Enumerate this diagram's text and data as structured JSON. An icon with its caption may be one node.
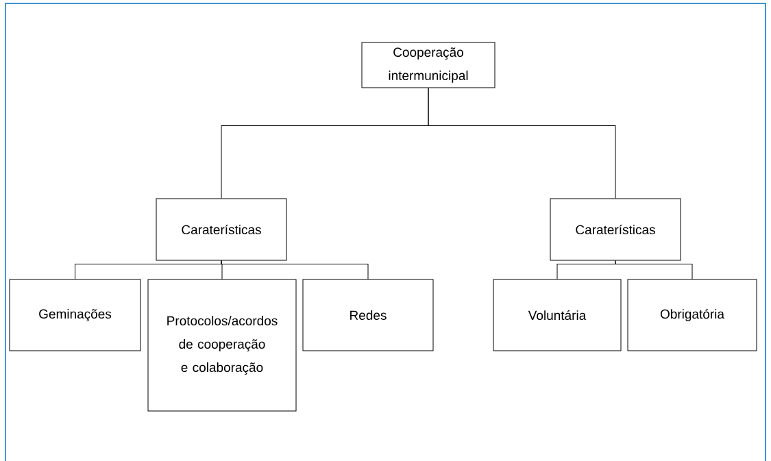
{
  "diagram": {
    "nodes": [
      {
        "text": [
          "Cooperação intermunicipal"
        ]
      },
      {
        "text": [
          "Caraterísticas"
        ]
      },
      {
        "text": [
          "Caraterísticas"
        ]
      },
      {
        "text": [
          "Geminações"
        ]
      },
      {
        "text": [
          "Protocolos/acordos de cooperação e colaboração"
        ]
      },
      {
        "text": [
          "Redes"
        ]
      },
      {
        "text": [
          "Voluntária"
        ]
      },
      {
        "text": [
          "Obrigatória"
        ]
      }
    ],
    "edges": [
      {
        "from": 0,
        "to": 1,
        "arrow": "none"
      },
      {
        "from": 0,
        "to": 2,
        "arrow": "none"
      },
      {
        "from": 1,
        "to": 3,
        "arrow": "none"
      },
      {
        "from": 1,
        "to": 4,
        "arrow": "none"
      },
      {
        "from": 1,
        "to": 5,
        "arrow": "none"
      },
      {
        "from": 2,
        "to": 6,
        "arrow": "none"
      },
      {
        "from": 2,
        "to": 7,
        "arrow": "none"
      }
    ]
  }
}
